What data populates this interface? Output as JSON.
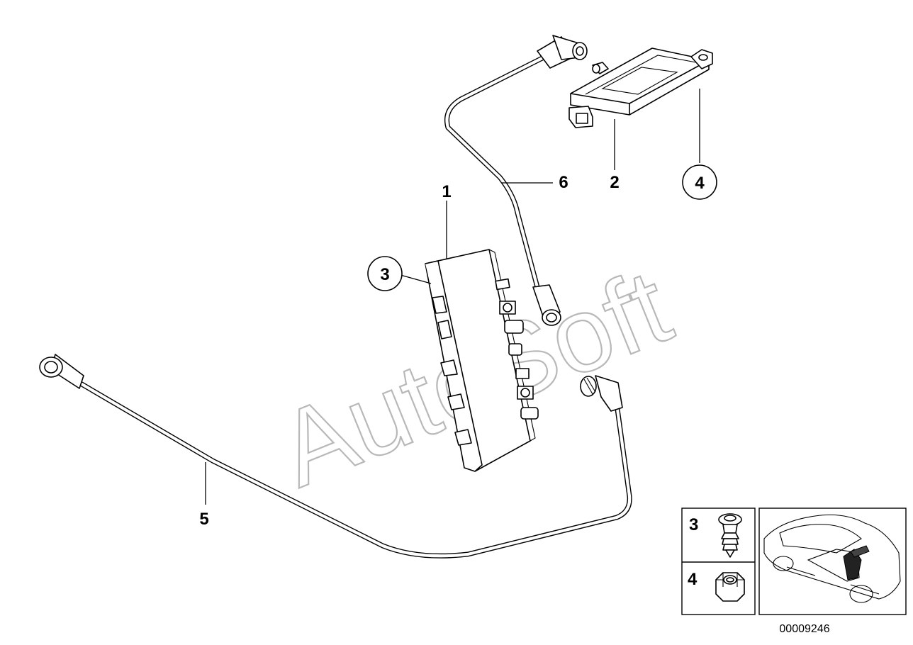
{
  "watermark": "AutoSoft",
  "callouts": {
    "c1": "1",
    "c2": "2",
    "c3": "3",
    "c4": "4",
    "c5": "5",
    "c6": "6"
  },
  "legend": {
    "item3": "3",
    "item4": "4"
  },
  "diagram_number": "00009246"
}
